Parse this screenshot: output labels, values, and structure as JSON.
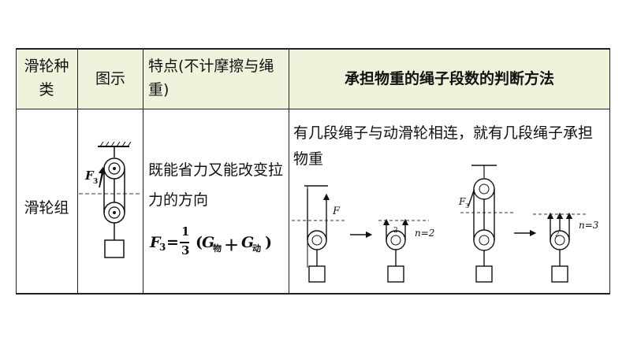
{
  "table": {
    "header": {
      "col1": "滑轮种类",
      "col2": "图示",
      "col3": "特点(不计摩擦与绳重)",
      "col4": "承担物重的绳子段数的判断方法"
    },
    "row": {
      "type": "滑轮组",
      "feature": "既能省力又能改变拉力的方向",
      "method": "有几段绳子与动滑轮相连，就有几段绳子承担物重"
    }
  },
  "formula": {
    "lhs": "F",
    "lhs_sub": "3",
    "eq": "=",
    "num": "1",
    "den": "3",
    "g1": "G",
    "g1_sub": "物",
    "plus": "＋",
    "g2": "G",
    "g2_sub": "动"
  },
  "diagram_labels": {
    "force_main": "F",
    "force_main_sub": "3",
    "force_a": "F",
    "n_a": "n=2",
    "force_b": "F",
    "force_b_sub": "3",
    "n_b": "n=3",
    "pulley_num_a": "2",
    "pulley_num_b": "2"
  }
}
